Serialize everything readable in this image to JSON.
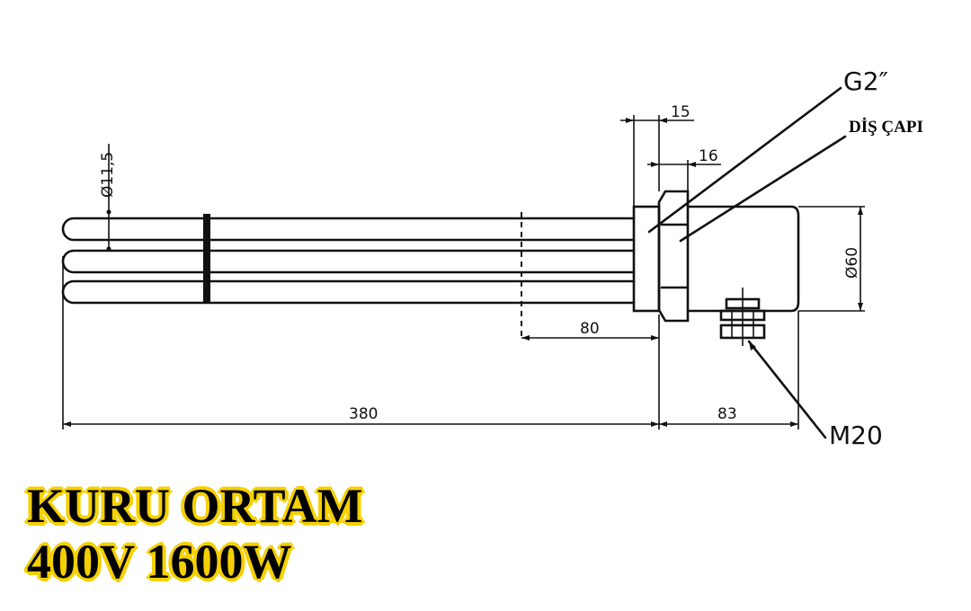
{
  "drawing": {
    "tube_diameter": "Ø11,5",
    "dim_flange": "15",
    "dim_nut": "16",
    "dim_body_diameter": "Ø60",
    "dim_unheated": "80",
    "dim_length": "380",
    "dim_head": "83",
    "thread_label": "G2″",
    "thread_note": "DİŞ ÇAPI",
    "terminal_label": "M20"
  },
  "banner": {
    "line1": "KURU ORTAM",
    "line2": "400V 1600W",
    "outline_color": "#f5d000"
  }
}
